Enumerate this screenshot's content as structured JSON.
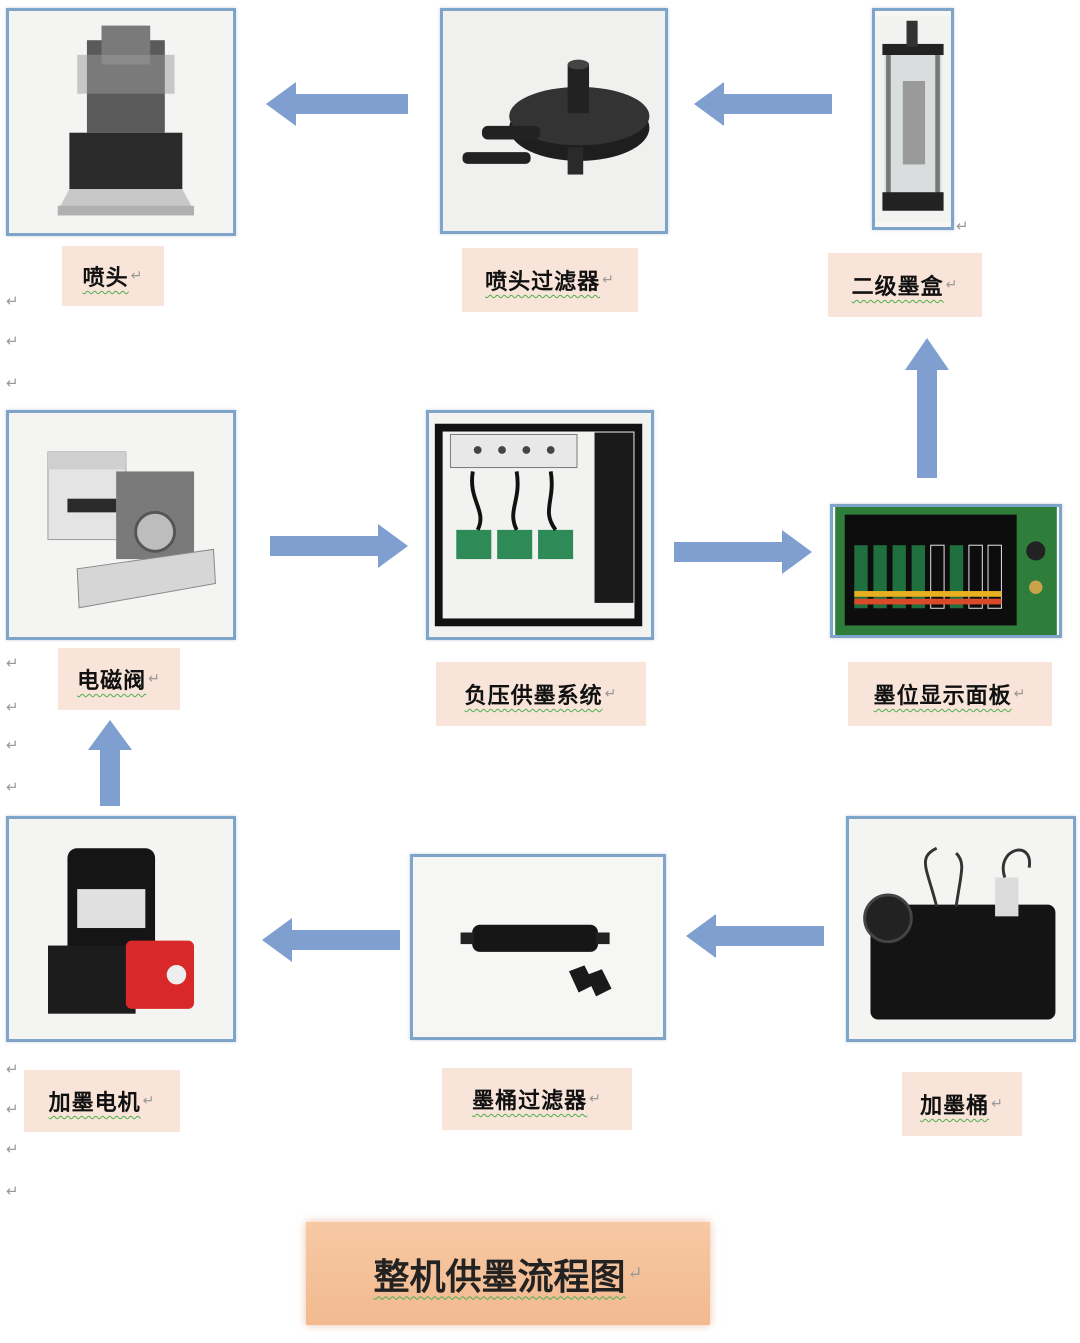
{
  "nodes": {
    "nozzle": "喷头",
    "nozzle_filter": "喷头过滤器",
    "secondary_cartridge": "二级墨盒",
    "solenoid_valve": "电磁阀",
    "negative_pressure_system": "负压供墨系统",
    "ink_level_panel": "墨位显示面板",
    "ink_pump_motor": "加墨电机",
    "tank_filter": "墨桶过滤器",
    "ink_tank": "加墨桶"
  },
  "title": "整机供墨流程图",
  "return_mark": "↵",
  "colors": {
    "arrow": "#7f9fd0",
    "box_border": "#7fa4c9",
    "label_bg": "#f8e4d8",
    "title_bg": "#f4c29c"
  }
}
